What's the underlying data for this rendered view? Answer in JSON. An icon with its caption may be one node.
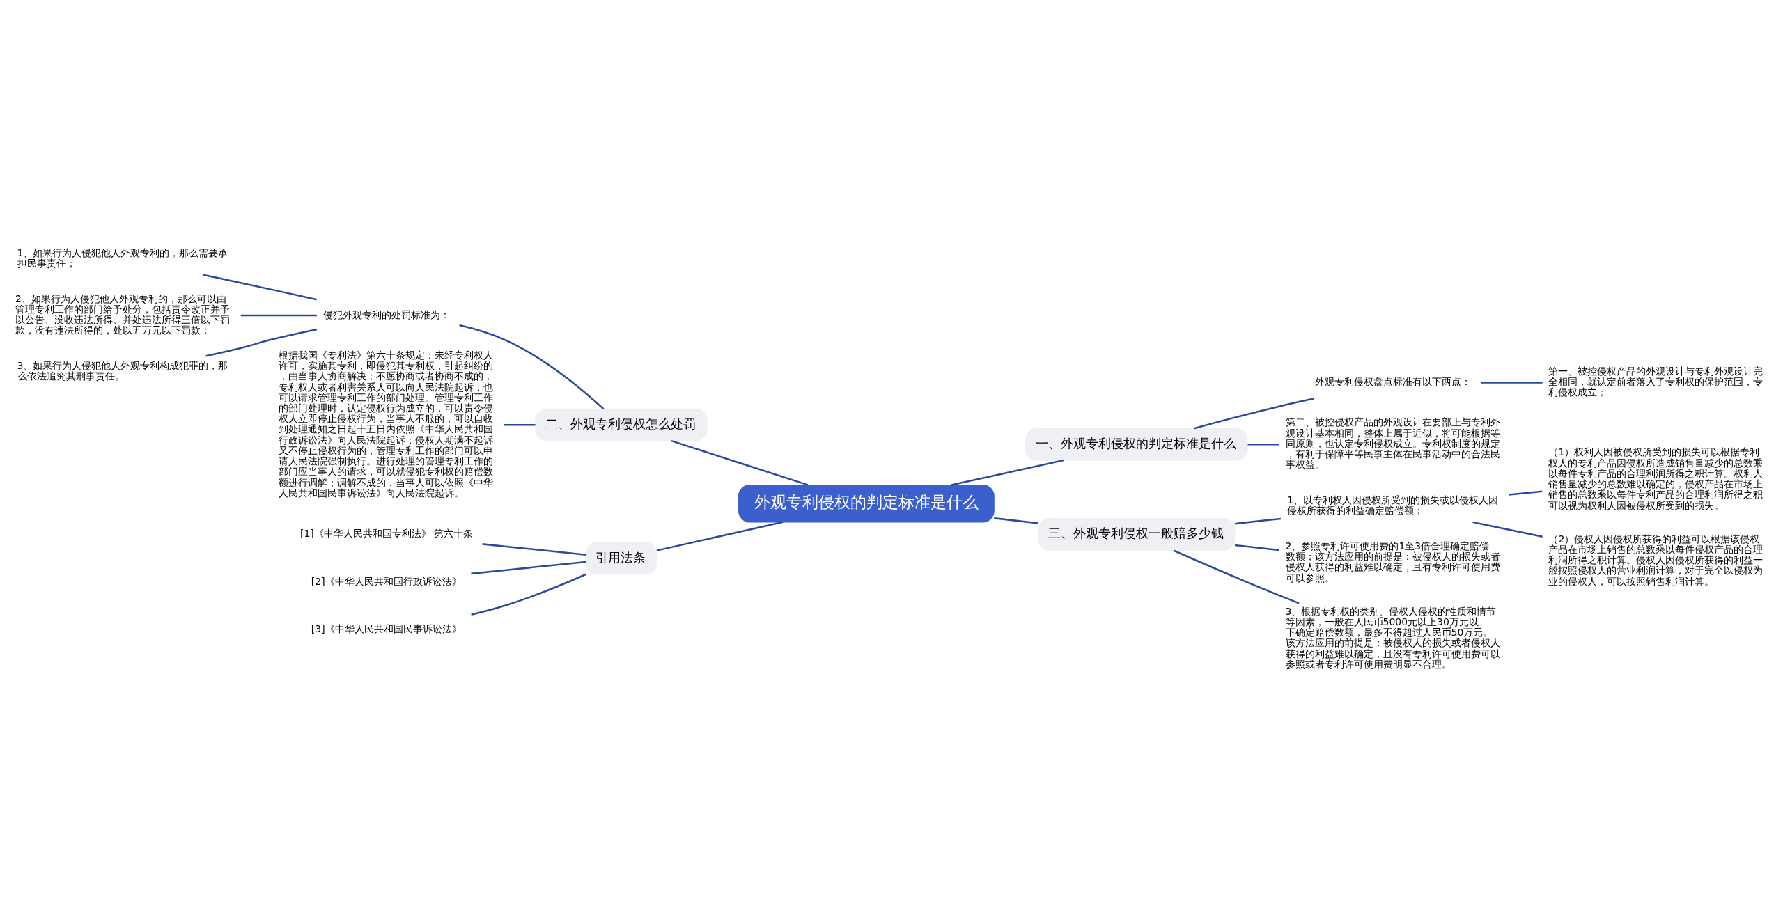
{
  "diagram": {
    "nodes": [
      {
        "text": [
          "外观专利侵权的判定标准是什么"
        ]
      },
      {
        "text": [
          "一、外观专利侵权的判定标准是什么"
        ]
      },
      {
        "text": [
          "外观专利侵权盘点标准有以下两点："
        ]
      },
      {
        "text": [
          "第一、被控侵权产品的外观设计与专利外观设计完全相同，就认定前者落入了专利权的保护范围，专利侵权成立；"
        ]
      },
      {
        "text": [
          "第二、被控侵权产品的外观设计在要部上与专利外观设计基本相同，整体上属于近似，将可能根据等同原则，也认定专利侵权成立。专利权制度的规定，有利于保障平等民事主体在民事活动中的合法民事权益。"
        ]
      },
      {
        "text": [
          "三、外观专利侵权一般赔多少钱"
        ]
      },
      {
        "text": [
          "1、以专利权人因侵权所受到的损失或以侵权人因侵权所获得的利益确定赔偿额；"
        ]
      },
      {
        "text": [
          "（1）权利人因被侵权所受到的损失可以根据专利权人的专利产品因侵权所造成销售量减少的总数乘以每件专利产品的合理利润所得之积计算。权利人销售量减少的总数难以确定的，侵权产品在市场上销售的总数乘以每件专利产品的合理利润所得之积可以视为权利人因被侵权所受到的损失。"
        ]
      },
      {
        "text": [
          "（2）侵权人因侵权所获得的利益可以根据该侵权产品在市场上销售的总数乘以每件侵权产品的合理利润所得之积计算。侵权人因侵权所获得的利益一般按照侵权人的营业利润计算，对于完全以侵权为业的侵权人，可以按照销售利润计算。"
        ]
      },
      {
        "text": [
          "2、参照专利许可使用费的1至3倍合理确定赔偿数额；该方法应用的前提是：被侵权人的损失或者侵权人获得的利益难以确定，且有专利许可使用费可以参照。"
        ]
      },
      {
        "text": [
          "3、根据专利权的类别、侵权人侵权的性质和情节等因素，一般在人民币5000元以上30万元以下确定赔偿数额，最多不得超过人民币50万元。该方法应用的前提是：被侵权人的损失或者侵权人获得的利益难以确定，且没有专利许可使用费可以参照或者专利许可使用费明显不合理。"
        ]
      },
      {
        "text": [
          "二、外观专利侵权怎么处罚"
        ]
      },
      {
        "text": [
          "侵犯外观专利的处罚标准为："
        ]
      },
      {
        "text": [
          "1、如果行为人侵犯他人外观专利的，那么需要承担民事责任；"
        ]
      },
      {
        "text": [
          "2、如果行为人侵犯他人外观专利的，那么可以由管理专利工作的部门给予处分，包括责令改正并予以公告、没收违法所得、并处违法所得三倍以下罚款，没有违法所得的，处以五万元以下罚款；"
        ]
      },
      {
        "text": [
          "3、如果行为人侵犯他人外观专利构成犯罪的，那么依法追究其刑事责任。"
        ]
      },
      {
        "text": [
          "根据我国《专利法》第六十条规定：未经专利权人许可，实施其专利，即侵犯其专利权，引起纠纷的，由当事人协商解决；不愿协商或者协商不成的，专利权人或者利害关系人可以向人民法院起诉，也可以请求管理专利工作的部门处理。管理专利工作的部门处理时，认定侵权行为成立的，可以责令侵权人立即停止侵权行为，当事人不服的，可以自收到处理通知之日起十五日内依照《中华人民共和国行政诉讼法》向人民法院起诉；侵权人期满不起诉又不停止侵权行为的，管理专利工作的部门可以申请人民法院强制执行。进行处理的管理专利工作的部门应当事人的请求，可以就侵犯专利权的赔偿数额进行调解；调解不成的，当事人可以依照《中华人民共和国民事诉讼法》向人民法院起诉。"
        ]
      },
      {
        "text": [
          "引用法条"
        ]
      },
      {
        "text": [
          "[1]《中华人民共和国专利法》 第六十条"
        ]
      },
      {
        "text": [
          "[2]《中华人民共和国行政诉讼法》"
        ]
      },
      {
        "text": [
          "[3]《中华人民共和国民事诉讼法》"
        ]
      }
    ],
    "edges": [
      {
        "from": 0,
        "to": 1,
        "arrow": "none"
      },
      {
        "from": 1,
        "to": 2,
        "arrow": "none"
      },
      {
        "from": 2,
        "to": 3,
        "arrow": "none"
      },
      {
        "from": 1,
        "to": 4,
        "arrow": "none"
      },
      {
        "from": 0,
        "to": 5,
        "arrow": "none"
      },
      {
        "from": 5,
        "to": 6,
        "arrow": "none"
      },
      {
        "from": 6,
        "to": 7,
        "arrow": "none"
      },
      {
        "from": 6,
        "to": 8,
        "arrow": "none"
      },
      {
        "from": 5,
        "to": 9,
        "arrow": "none"
      },
      {
        "from": 5,
        "to": 10,
        "arrow": "none"
      },
      {
        "from": 0,
        "to": 11,
        "arrow": "none"
      },
      {
        "from": 11,
        "to": 12,
        "arrow": "none"
      },
      {
        "from": 12,
        "to": 13,
        "arrow": "none"
      },
      {
        "from": 12,
        "to": 14,
        "arrow": "none"
      },
      {
        "from": 12,
        "to": 15,
        "arrow": "none"
      },
      {
        "from": 11,
        "to": 16,
        "arrow": "none"
      },
      {
        "from": 0,
        "to": 17,
        "arrow": "none"
      },
      {
        "from": 17,
        "to": 18,
        "arrow": "none"
      },
      {
        "from": 17,
        "to": 19,
        "arrow": "none"
      },
      {
        "from": 17,
        "to": 20,
        "arrow": "none"
      }
    ]
  }
}
